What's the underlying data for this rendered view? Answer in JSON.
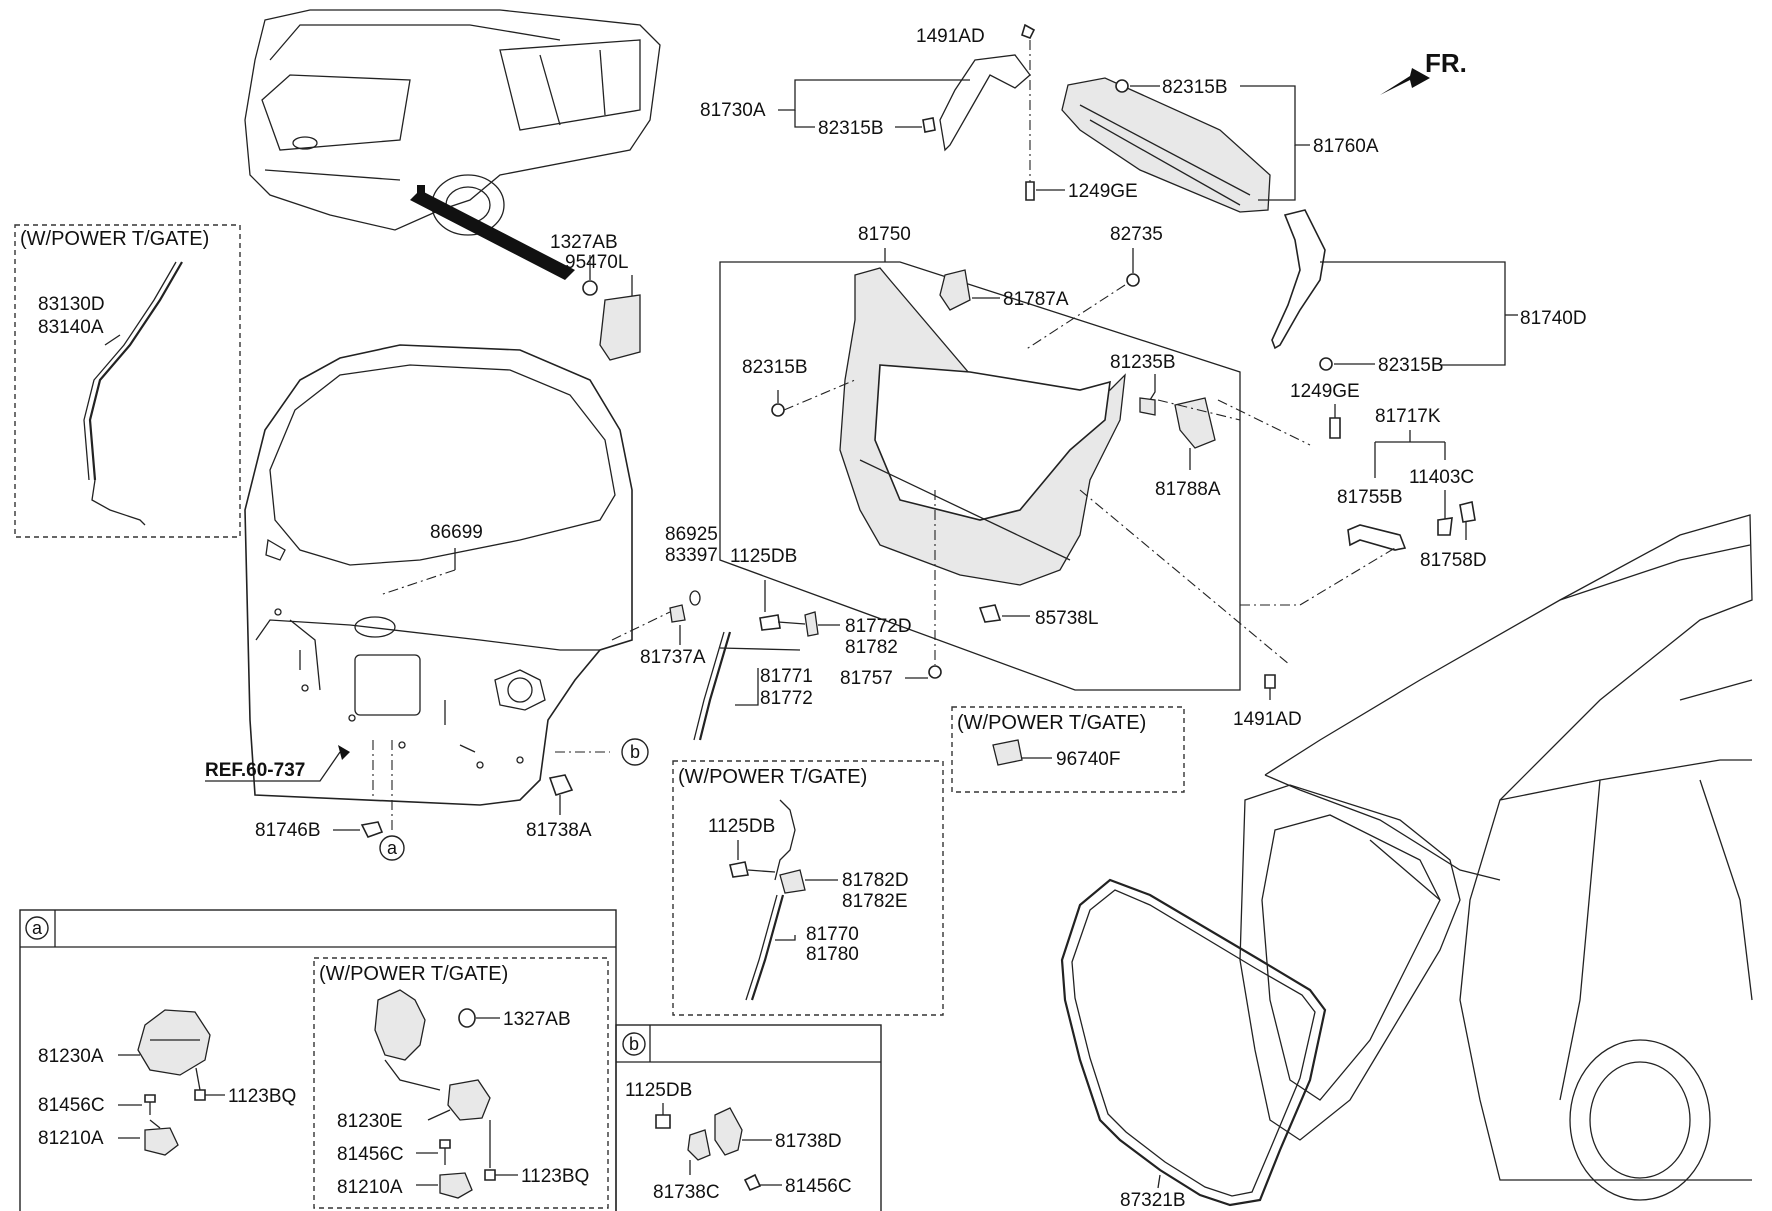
{
  "labels": {
    "p1491AD_top": "1491AD",
    "p81730A": "81730A",
    "p82315B_a": "82315B",
    "p82315B_b": "82315B",
    "p1249GE_a": "1249GE",
    "p81760A": "81760A",
    "fr": "FR.",
    "box_power_1": "(W/POWER T/GATE)",
    "p83130D": "83130D",
    "p83140A": "83140A",
    "p1327AB_a": "1327AB",
    "p95470L": "95470L",
    "p81750": "81750",
    "p82735": "82735",
    "p81787A": "81787A",
    "p81740D": "81740D",
    "p82315B_c": "82315B",
    "p82315B_d": "82315B",
    "p81235B": "81235B",
    "p1249GE_b": "1249GE",
    "p81717K": "81717K",
    "p81788A": "81788A",
    "p11403C": "11403C",
    "p81755B": "81755B",
    "p81758D": "81758D",
    "p86699": "86699",
    "p86925": "86925",
    "p83397": "83397",
    "p1125DB_a": "1125DB",
    "p81772D": "81772D",
    "p81782": "81782",
    "p85738L": "85738L",
    "p81737A": "81737A",
    "p81771": "81771",
    "p81772": "81772",
    "p81757": "81757",
    "p1491AD_b": "1491AD",
    "box_power_2": "(W/POWER T/GATE)",
    "p96740F": "96740F",
    "ref": "REF.60-737",
    "circ_b": "b",
    "box_power_3": "(W/POWER T/GATE)",
    "p1125DB_b": "1125DB",
    "p81782D": "81782D",
    "p81782E": "81782E",
    "p81770": "81770",
    "p81780": "81780",
    "p81746B": "81746B",
    "p81738A": "81738A",
    "circ_a": "a",
    "panel_a_tag": "a",
    "box_power_4": "(W/POWER T/GATE)",
    "p1327AB_b": "1327AB",
    "p81230A": "81230A",
    "p1123BQ_a": "1123BQ",
    "p81456C_a": "81456C",
    "p81210A_a": "81210A",
    "p81230E": "81230E",
    "p81456C_b": "81456C",
    "p81210A_b": "81210A",
    "p1123BQ_b": "1123BQ",
    "panel_b_tag": "b",
    "p1125DB_c": "1125DB",
    "p81738D": "81738D",
    "p81738C": "81738C",
    "p81456C_c": "81456C",
    "p87321B": "87321B"
  }
}
